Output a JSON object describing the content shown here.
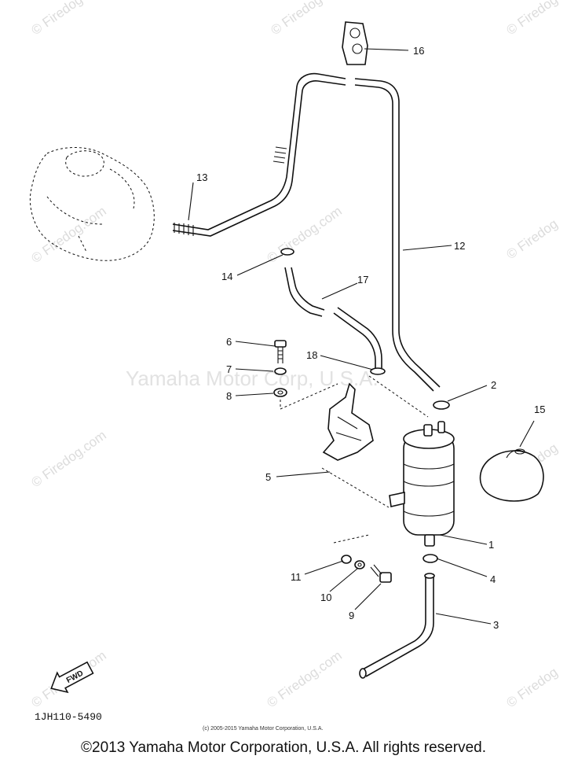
{
  "watermarks": {
    "site": "© Firedog",
    "site_com": "© Firedog.com",
    "center": "Yamaha Motor Corp, U.S.A."
  },
  "callouts": [
    "1",
    "2",
    "3",
    "4",
    "5",
    "6",
    "7",
    "8",
    "9",
    "10",
    "11",
    "12",
    "13",
    "14",
    "15",
    "16",
    "17",
    "18"
  ],
  "fwd_label": "FWD",
  "diagram_code": "1JH110-5490",
  "small_copyright": "(c) 2005-2015 Yamaha Motor Corporation, U.S.A.",
  "footer_copyright": "©2013 Yamaha Motor Corporation, U.S.A. All rights reserved."
}
